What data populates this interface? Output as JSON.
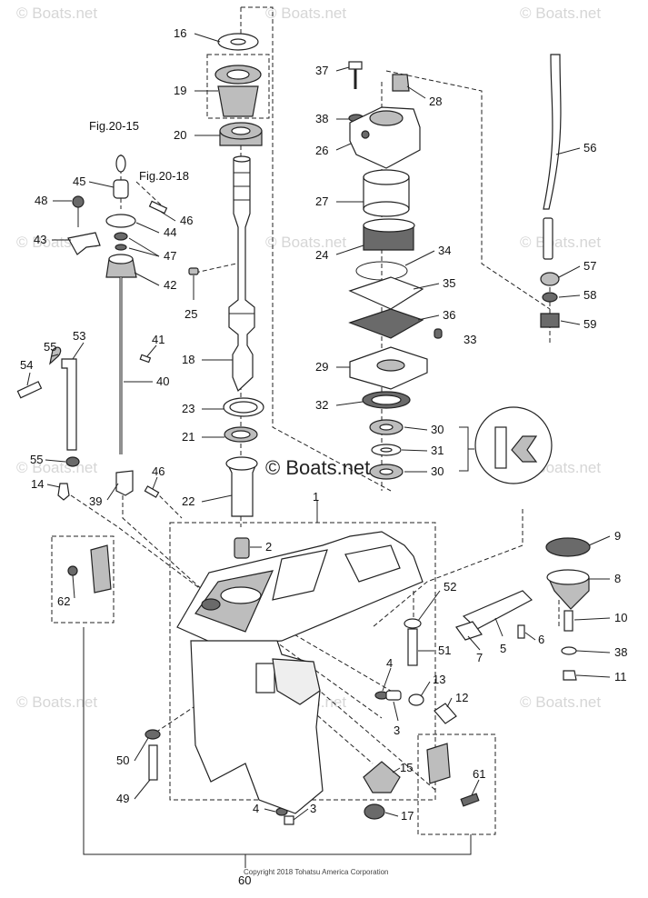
{
  "watermarks": [
    "© Boats.net",
    "© Boats.net",
    "© Boats.net",
    "© Boats.net",
    "© Boats.net",
    "© Boats.net",
    "© Boats.net",
    "© Boats.net",
    "© Boats.net",
    "© Boats.net",
    "© Boats.net"
  ],
  "center_watermark": "© Boats.net",
  "copyright": "Copyright 2018 Tohatsu America Corporation",
  "figure_refs": [
    "Fig.20-15",
    "Fig.20-18"
  ],
  "callouts": [
    "16",
    "19",
    "20",
    "25",
    "18",
    "23",
    "21",
    "22",
    "2",
    "37",
    "38",
    "28",
    "26",
    "27",
    "24",
    "34",
    "35",
    "36",
    "33",
    "29",
    "32",
    "30",
    "31",
    "30",
    "56",
    "57",
    "58",
    "59",
    "48",
    "45",
    "46",
    "44",
    "43",
    "47",
    "42",
    "41",
    "40",
    "55",
    "53",
    "54",
    "55",
    "14",
    "39",
    "46",
    "1",
    "9",
    "8",
    "10",
    "38",
    "11",
    "52",
    "5",
    "6",
    "7",
    "51",
    "4",
    "13",
    "12",
    "3",
    "62",
    "50",
    "49",
    "15",
    "61",
    "17",
    "4",
    "3",
    "60"
  ]
}
